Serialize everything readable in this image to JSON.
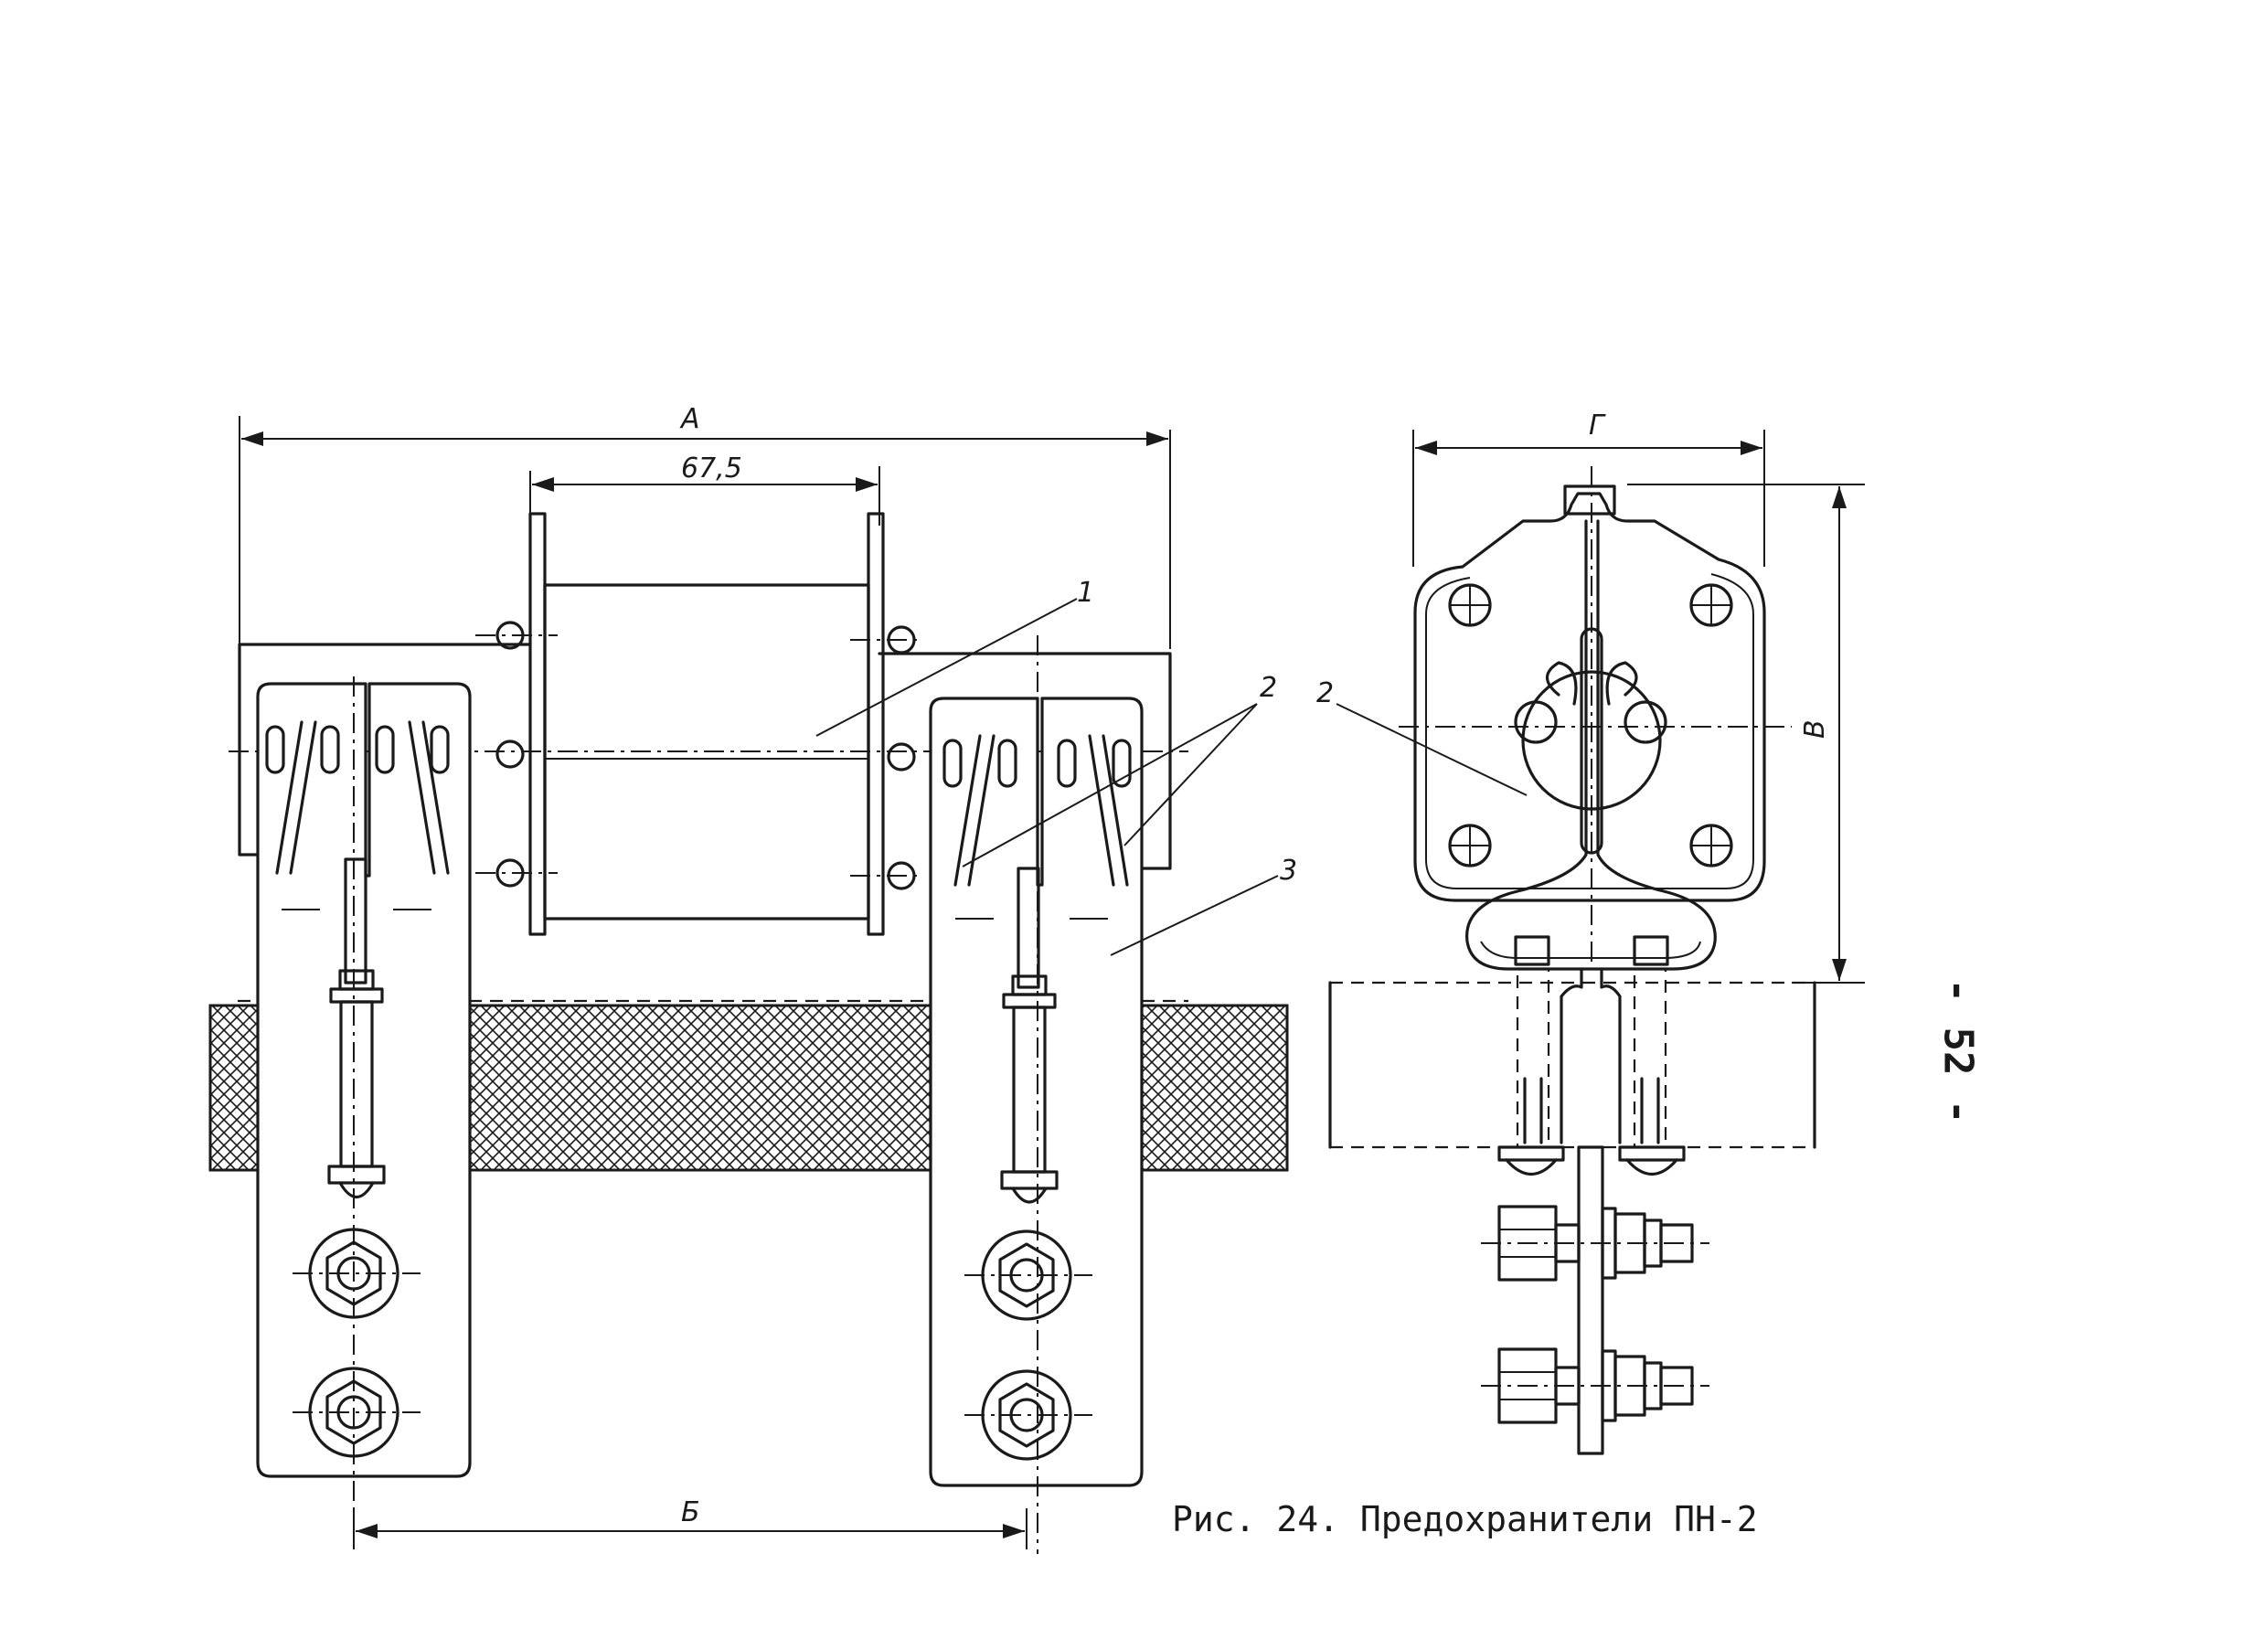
{
  "figure": {
    "caption": "Рис. 24. Предохранители ПН-2",
    "page_number": "- 52 -"
  },
  "dimensions": {
    "overall_length": "А",
    "cartridge_length": "67,5",
    "contact_spacing": "Б",
    "height": "В",
    "width": "Г"
  },
  "callouts": {
    "cartridge": "1",
    "spring_left_view": "2",
    "spring_side_view": "2",
    "contact_post": "3"
  }
}
